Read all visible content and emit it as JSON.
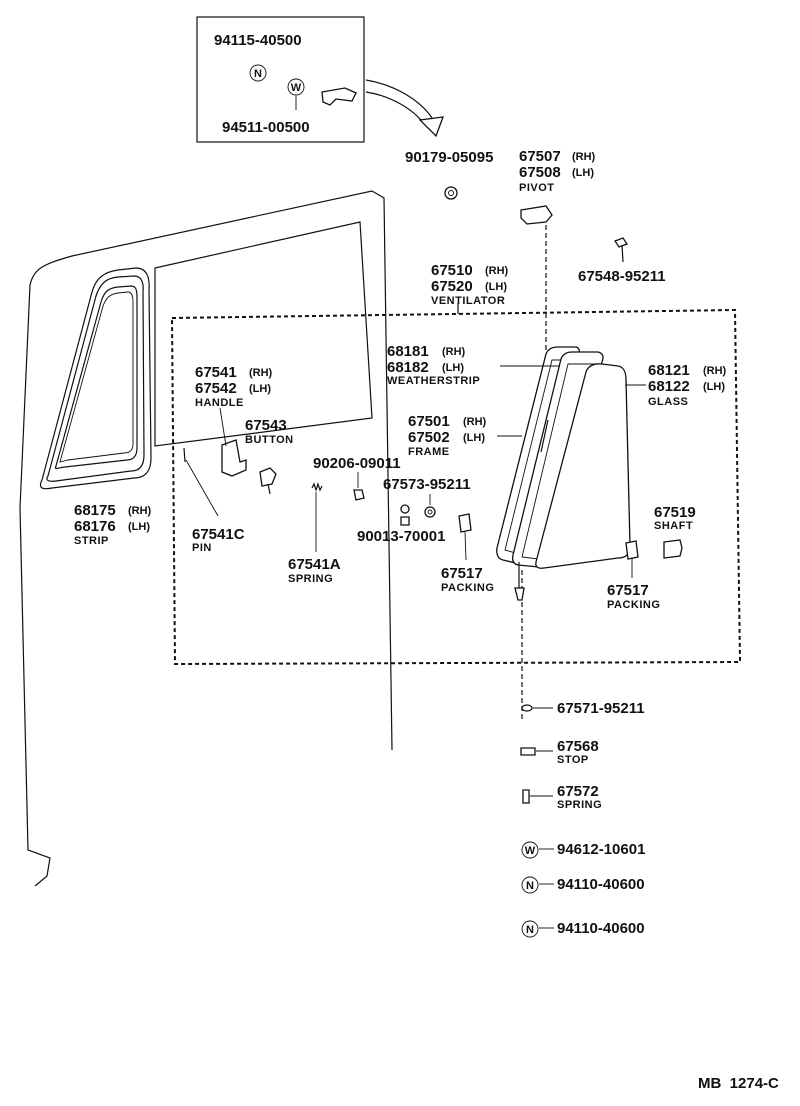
{
  "inset": {
    "part_upper": "94115-40500",
    "part_lower": "94511-00500",
    "symbol_n": "N",
    "symbol_w": "W"
  },
  "parts": {
    "p90179": "90179-05095",
    "pivot_rh": "67507",
    "pivot_lh": "67508",
    "pivot_name": "PIVOT",
    "p67548": "67548-95211",
    "vent_rh": "67510",
    "vent_lh": "67520",
    "vent_name": "VENTILATOR",
    "ws_rh": "68181",
    "ws_lh": "68182",
    "ws_name": "WEATHERSTRIP",
    "glass_rh": "68121",
    "glass_lh": "68122",
    "glass_name": "GLASS",
    "handle_rh": "67541",
    "handle_lh": "67542",
    "handle_name": "HANDLE",
    "button": "67543",
    "button_name": "BUTTON",
    "frame_rh": "67501",
    "frame_lh": "67502",
    "frame_name": "FRAME",
    "p90206": "90206-09011",
    "p67573": "67573-95211",
    "p90013": "90013-70001",
    "pin": "67541C",
    "pin_name": "PIN",
    "spring_a": "67541A",
    "spring_a_name": "SPRING",
    "packing_left": "67517",
    "packing_left_name": "PACKING",
    "shaft": "67519",
    "shaft_name": "SHAFT",
    "packing_right": "67517",
    "packing_right_name": "PACKING",
    "strip_rh": "68175",
    "strip_lh": "68176",
    "strip_name": "STRIP",
    "rh": "(RH)",
    "lh": "(LH)"
  },
  "stack": {
    "p67571": "67571-95211",
    "stop": "67568",
    "stop_name": "STOP",
    "spring": "67572",
    "spring_name": "SPRING",
    "p94612": "94612-10601",
    "p94110_a": "94110-40600",
    "p94110_b": "94110-40600",
    "symbol_w": "W",
    "symbol_n": "N"
  },
  "footer": {
    "ref": "MB  1274-C"
  }
}
